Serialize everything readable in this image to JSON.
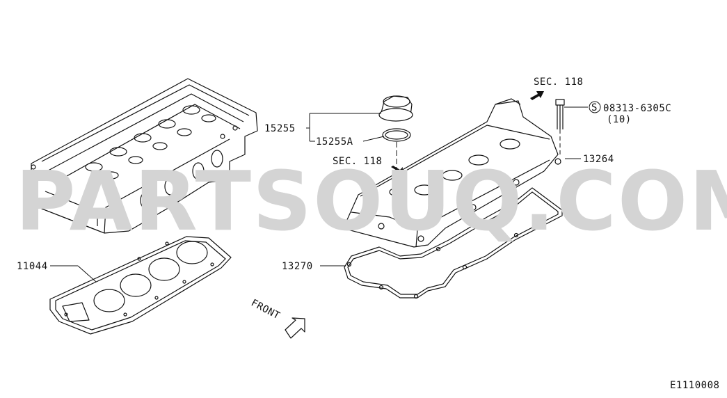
{
  "watermark": "PARTSOUQ.COM",
  "diagram_code": "E1110008",
  "front_label": "FRONT",
  "labels": {
    "sec118_top": "SEC. 118",
    "sec118_mid": "SEC. 118",
    "part_15255": "15255",
    "part_15255A": "15255A",
    "part_bolt": "08313-6305C",
    "part_bolt_qty": "(10)",
    "part_bolt_symbol": "S",
    "part_13264": "13264",
    "part_11044": "11044",
    "part_13270": "13270"
  },
  "colors": {
    "ink": "#111111",
    "watermark": "#d4d4d4",
    "background": "#ffffff"
  }
}
